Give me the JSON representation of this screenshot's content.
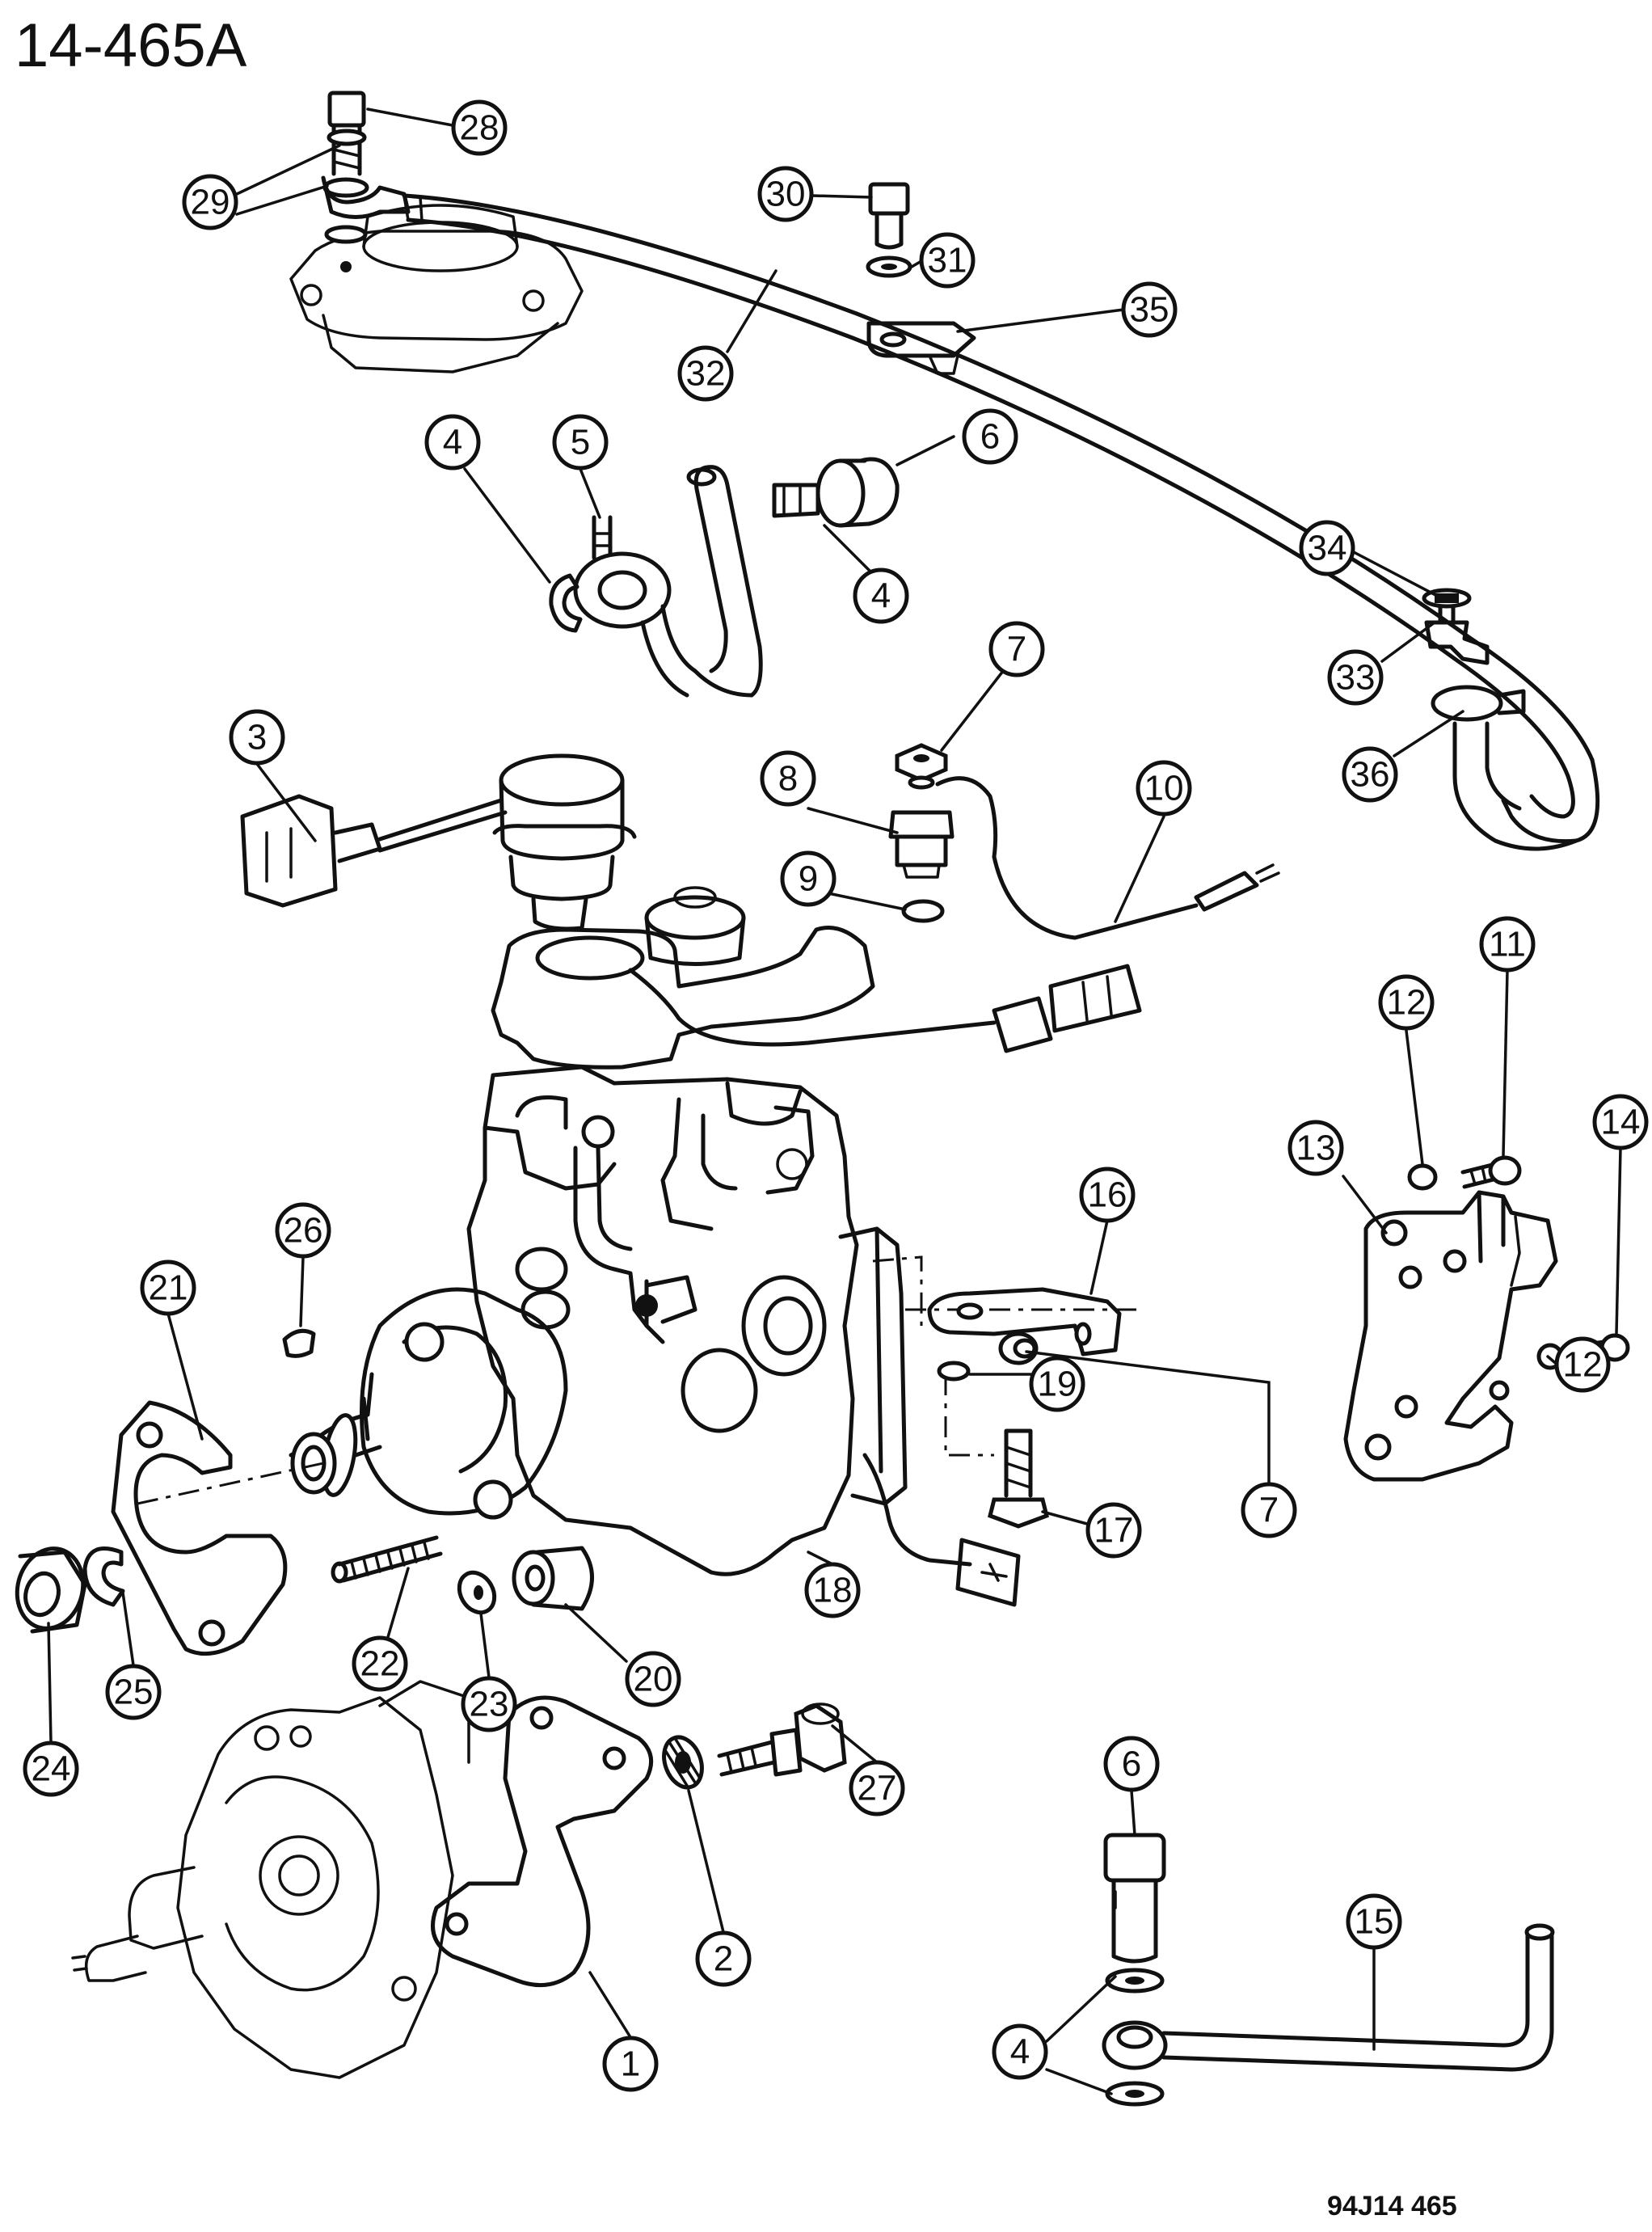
{
  "figure": {
    "reference_number": "14-465A",
    "drawing_code": "94J14  465"
  },
  "callouts": {
    "c1": "1",
    "c2": "2",
    "c3": "3",
    "c4a": "4",
    "c4b": "4",
    "c4c": "4",
    "c5": "5",
    "c6a": "6",
    "c6b": "6",
    "c7a": "7",
    "c7b": "7",
    "c8": "8",
    "c9": "9",
    "c10": "10",
    "c11": "11",
    "c12a": "12",
    "c12b": "12",
    "c13": "13",
    "c14": "14",
    "c15": "15",
    "c16": "16",
    "c17": "17",
    "c18": "18",
    "c19": "19",
    "c20": "20",
    "c21": "21",
    "c22": "22",
    "c23": "23",
    "c24": "24",
    "c25": "25",
    "c26": "26",
    "c27": "27",
    "c28": "28",
    "c29": "29",
    "c30": "30",
    "c31": "31",
    "c32": "32",
    "c33": "33",
    "c34": "34",
    "c35": "35",
    "c36": "36"
  }
}
